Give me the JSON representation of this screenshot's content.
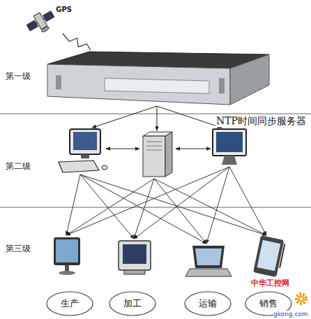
{
  "diagram": {
    "nodes": [
      {
        "text": [
          "GPS"
        ]
      },
      {
        "text": [
          "NTP时间同步服务器"
        ]
      },
      {
        "text": [
          "生产"
        ]
      },
      {
        "text": [
          "加工"
        ]
      },
      {
        "text": [
          "运输"
        ]
      },
      {
        "text": [
          "销售"
        ]
      }
    ],
    "edges": [
      {
        "from": 0,
        "to": 1,
        "arrow": "none"
      }
    ],
    "labels": [
      "第一级",
      "第二级",
      "第三级",
      "中华工控网",
      "gkong.com"
    ]
  }
}
